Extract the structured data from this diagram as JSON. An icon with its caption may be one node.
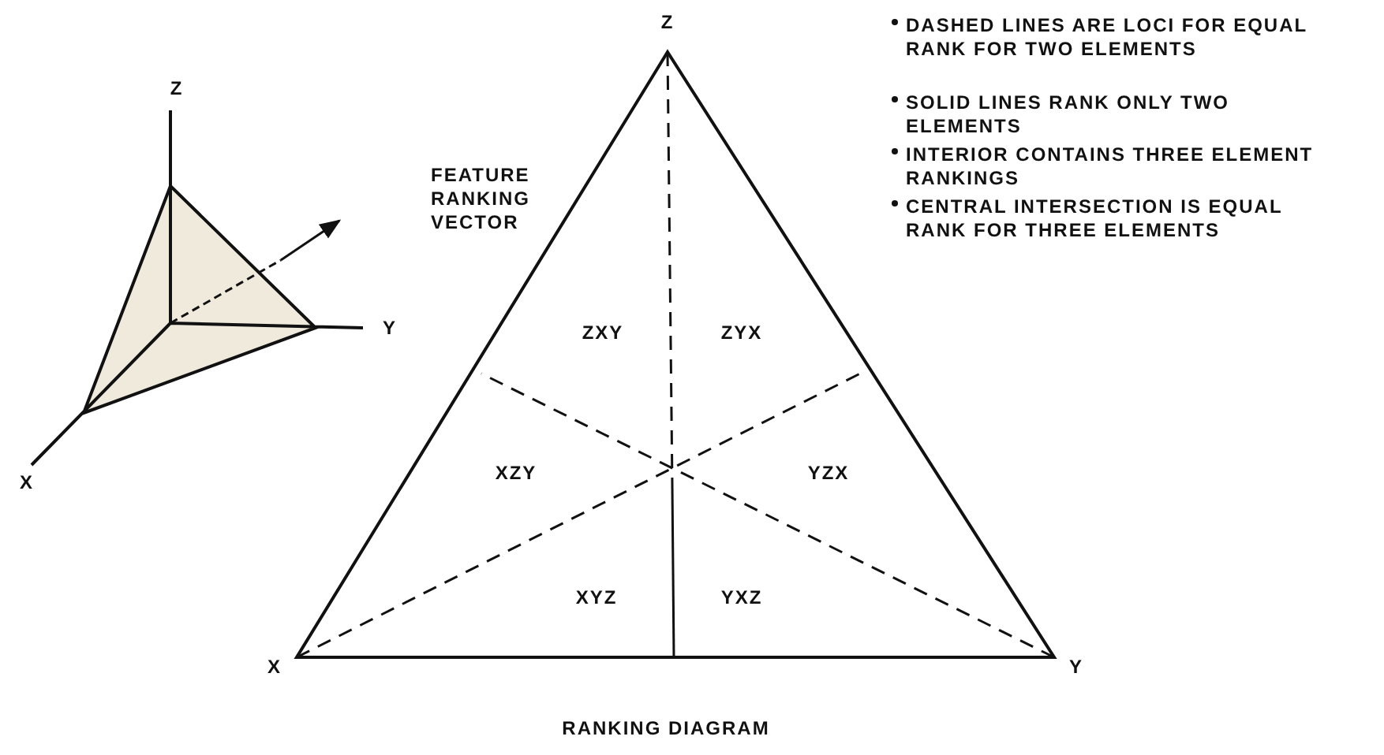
{
  "diagram": {
    "caption": "RANKING DIAGRAM",
    "labels": [
      "Z",
      "DASHED LINES ARE LOCI FOR EQUAL RANK FOR TWO ELEMENTS",
      "Z",
      "FEATURE RANKING VECTOR",
      "SOLID LINES RANK ONLY TWO ELEMENTS",
      "INTERIOR CONTAINS THREE ELEMENT RANKINGS",
      "CENTRAL INTERSECTION IS EQUAL RANK FOR THREE ELEMENTS",
      "Y",
      "ZXY",
      "ZYX",
      "X",
      "XZY",
      "YZX",
      "XYZ",
      "YXZ",
      "X",
      "Y"
    ]
  }
}
